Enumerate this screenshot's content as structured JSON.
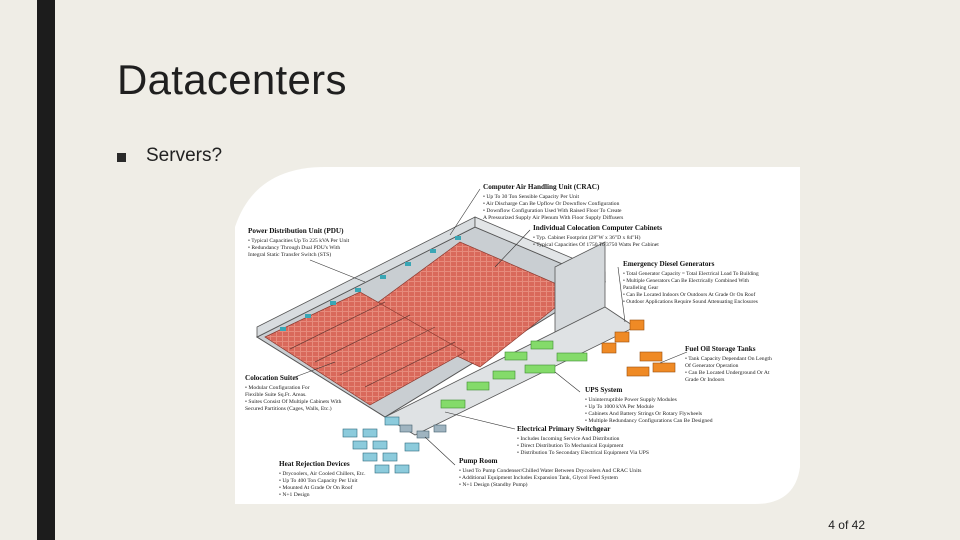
{
  "slide": {
    "title": "Datacenters",
    "bullet": "Servers?",
    "page_number": "4 of 42"
  },
  "figure": {
    "callouts": {
      "crac": {
        "heading": "Computer Air Handling Unit (CRAC)",
        "lines": [
          "• Up To 30 Ton Sensible Capacity Per Unit",
          "• Air Discharge Can Be Upflow Or Downflow Configuration",
          "• Downflow Configuration Used With Raised Floor To Create",
          "  A Pressurized Supply Air Plenum With Floor Supply Diffusers"
        ]
      },
      "colo_cabinets": {
        "heading": "Individual Colocation Computer Cabinets",
        "lines": [
          "• Typ. Cabinet Footprint (28\"W x 36\"D x 84\"H)",
          "• Typical Capacities Of 1750 To 3750 Watts Per Cabinet"
        ]
      },
      "pdu": {
        "heading": "Power Distribution Unit (PDU)",
        "lines": [
          "• Typical Capacities Up To 225 kVA Per Unit",
          "• Redundancy Through Dual PDU's With",
          "  Integral Static Transfer Switch (STS)"
        ]
      },
      "generators": {
        "heading": "Emergency Diesel Generators",
        "lines": [
          "• Total Generator Capacity = Total Electrical Load To Building",
          "• Multiple Generators Can Be Electrically Combined With",
          "  Paralleling Gear",
          "• Can Be Located Indoors Or Outdoors At Grade Or On Roof",
          "• Outdoor Applications Require Sound Attenuating Enclosures"
        ]
      },
      "fuel": {
        "heading": "Fuel Oil Storage Tanks",
        "lines": [
          "• Tank Capacity Dependant On Length",
          "  Of Generator Operation",
          "• Can Be Located Underground Or At",
          "  Grade Or Indoors"
        ]
      },
      "suites": {
        "heading": "Colocation Suites",
        "lines": [
          "• Modular Configuration For",
          "  Flexible Suite Sq.Ft. Areas.",
          "• Suites Consist Of Multiple Cabinets With",
          "  Secured Partitions (Cages, Walls, Etc.)"
        ]
      },
      "ups": {
        "heading": "UPS System",
        "lines": [
          "• Uninterruptible Power Supply Modules",
          "• Up To 1000 kVA Per Module",
          "• Cabinets And Battery Strings Or Rotary Flywheels",
          "• Multiple Redundancy Configurations Can Be Designed"
        ]
      },
      "switchgear": {
        "heading": "Electrical Primary Switchgear",
        "lines": [
          "• Includes Incoming Service And Distribution",
          "• Direct Distribution To Mechanical Equipment",
          "• Distribution To Secondary Electrical Equipment Via UPS"
        ]
      },
      "heat": {
        "heading": "Heat Rejection Devices",
        "lines": [
          "• Drycoolers, Air Cooled Chillers, Etc.",
          "• Up To 400 Ton Capacity Per Unit",
          "• Mounted At Grade Or On Roof",
          "• N+1 Design"
        ]
      },
      "pump": {
        "heading": "Pump Room",
        "lines": [
          "• Used To Pump Condenser/Chilled Water Between Drycoolers And CRAC Units",
          "• Additional Equipment Includes Expansion Tank, Glycol Feed System",
          "• N+1 Design (Standby Pump)"
        ]
      }
    },
    "colors": {
      "cabinet": "#e27d6e",
      "ups": "#7fd66a",
      "tank": "#e8861f",
      "cooler": "#8ac7d8",
      "wall": "#cfd3d6",
      "floor": "#bfc4c8"
    }
  }
}
